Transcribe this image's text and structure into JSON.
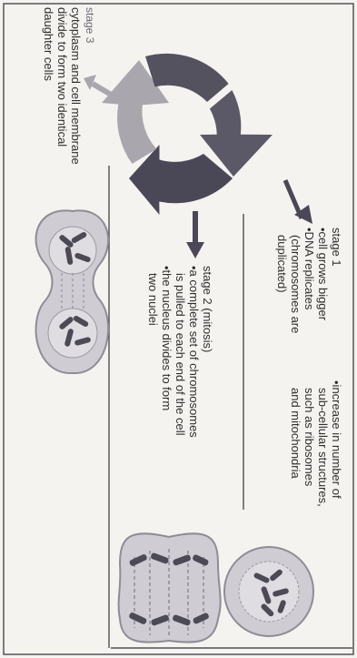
{
  "colors": {
    "paper": "#f4f3f0",
    "cycle_stage1": "#5b5867",
    "cycle_stage2": "#4a4856",
    "cycle_stage3": "#a9a7ad",
    "cell_fill": "#cfcdd3",
    "chromosome": "#4c4a55",
    "ink": "#2f2f2f"
  },
  "stage1": {
    "heading": "stage 1",
    "bullets": [
      "•cell grows bigger",
      "•DNA replicates",
      "(chromosomes are",
      "duplicated)"
    ]
  },
  "organelles": {
    "lines": [
      "•increase in number of",
      "sub-cellular structures,",
      "such as ribosomes",
      "and mitochondria"
    ]
  },
  "stage2": {
    "heading": "stage 2 (mitosis)",
    "lines": [
      "•a complete set of chromosomes",
      "is pulled to each end of the cell",
      "•the nucleus divides to form",
      "two nuclei"
    ]
  },
  "stage3": {
    "heading": "stage 3",
    "lines": [
      "cytoplasm and cell membrane",
      "divide to form two identical",
      "daughter cells"
    ]
  }
}
